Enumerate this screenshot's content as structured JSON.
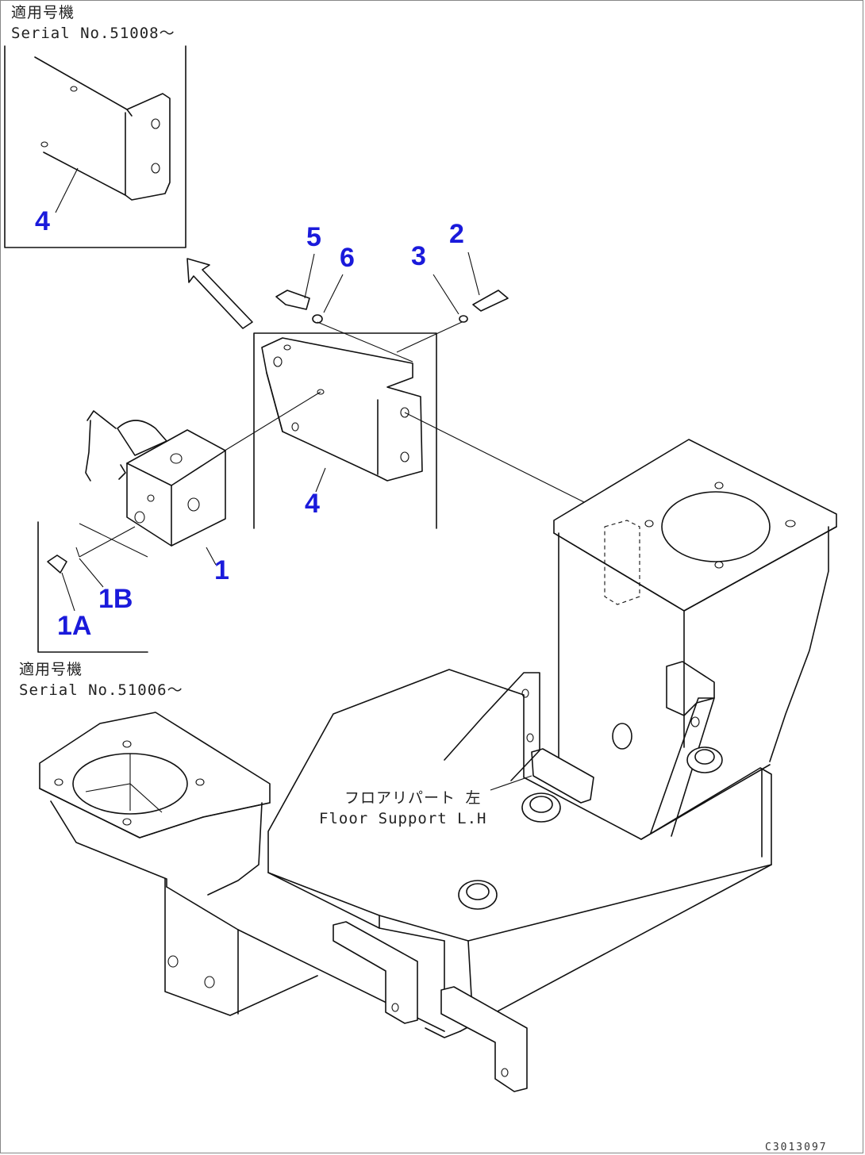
{
  "accent_color": "#1a1adb",
  "notes": {
    "top_serial_jp": "適用号機",
    "top_serial_en": "Serial No.51008～",
    "bottom_serial_jp": "適用号機",
    "bottom_serial_en": "Serial No.51006～",
    "floor_support_jp": "フロアリパート 左",
    "floor_support_en": "Floor Support L.H"
  },
  "callouts": {
    "inset_4": "4",
    "p5": "5",
    "p6": "6",
    "p3": "3",
    "p2": "2",
    "p4": "4",
    "p1": "1",
    "p1b": "1B",
    "p1a": "1A"
  },
  "drawing_code": "C3013097"
}
